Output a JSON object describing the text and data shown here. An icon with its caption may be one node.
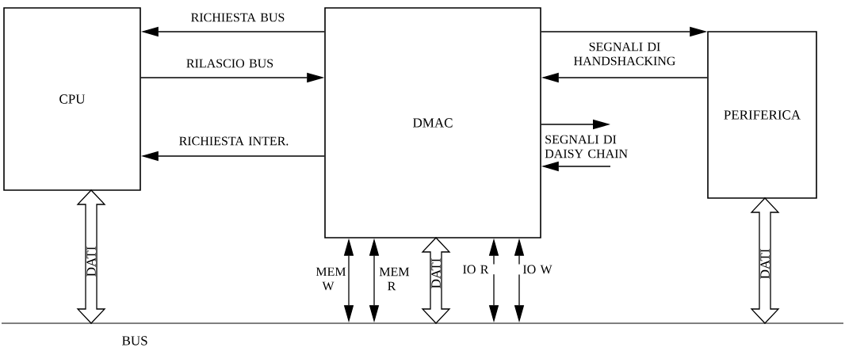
{
  "diagram": {
    "nodes": [
      {
        "text": [
          "CPU"
        ]
      },
      {
        "text": [
          "DMAC"
        ]
      },
      {
        "text": [
          "PERIFERICA"
        ]
      },
      {
        "text": [
          "BUS"
        ]
      }
    ],
    "edges": [
      {
        "from": 1,
        "to": 0,
        "arrow": "to",
        "label": "RICHIESTA BUS"
      },
      {
        "from": 0,
        "to": 1,
        "arrow": "to",
        "label": "RILASCIO BUS"
      },
      {
        "from": 1,
        "to": 0,
        "arrow": "to",
        "label": "RICHIESTA INTER."
      },
      {
        "from": 1,
        "to": 2,
        "arrow": "to"
      },
      {
        "from": 2,
        "to": 1,
        "arrow": "to",
        "label": "SEGNALI DI HANDSHACKING"
      },
      {
        "from": 1,
        "to": null,
        "arrow": "to",
        "label": "SEGNALI DI DAISY CHAIN"
      },
      {
        "from": null,
        "to": 1,
        "arrow": "to"
      },
      {
        "from": 0,
        "to": 3,
        "arrow": "both",
        "style": "thick",
        "label": "DATI"
      },
      {
        "from": 1,
        "to": 3,
        "arrow": "both",
        "label": "MEM W"
      },
      {
        "from": 1,
        "to": 3,
        "arrow": "both",
        "label": "MEM R"
      },
      {
        "from": 1,
        "to": 3,
        "arrow": "both",
        "style": "thick",
        "label": "DATI"
      },
      {
        "from": 1,
        "to": 3,
        "arrow": "both",
        "label": "IO R"
      },
      {
        "from": 1,
        "to": 3,
        "arrow": "both",
        "label": "IO W"
      },
      {
        "from": 2,
        "to": 3,
        "arrow": "both",
        "style": "thick",
        "label": "DATI"
      }
    ]
  }
}
